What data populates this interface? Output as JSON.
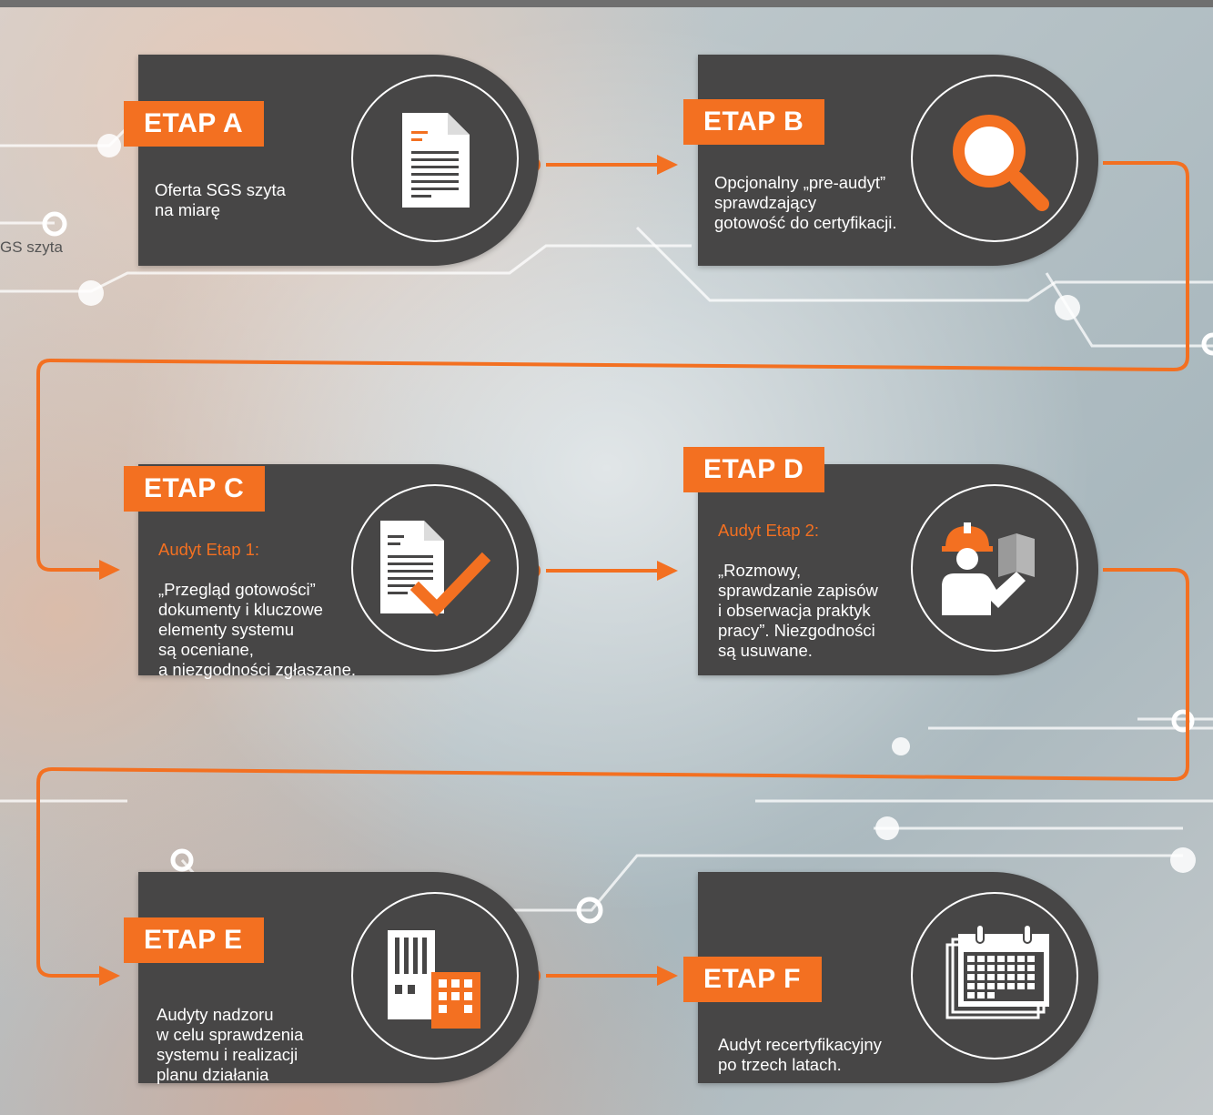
{
  "stages": [
    {
      "id": "a",
      "label": "ETAP A",
      "subtitle": "",
      "text": "Oferta SGS szyta\nna miarę",
      "icon": "document-icon"
    },
    {
      "id": "b",
      "label": "ETAP B",
      "subtitle": "",
      "text": "Opcjonalny „pre-audyt”\nsprawdzający\ngotowość do certyfikacji.",
      "icon": "magnifier-icon"
    },
    {
      "id": "c",
      "label": "ETAP C",
      "subtitle": "Audyt Etap 1:",
      "text": "„Przegląd gotowości”\ndokumenty i kluczowe\nelementy systemu\nsą oceniane,\na niezgodności zgłaszane.",
      "icon": "document-check-icon"
    },
    {
      "id": "d",
      "label": "ETAP D",
      "subtitle": "Audyt Etap 2:",
      "text": "„Rozmowy,\nsprawdzanie zapisów\ni obserwacja praktyk\npracy”. Niezgodności\nsą usuwane.",
      "icon": "worker-icon"
    },
    {
      "id": "e",
      "label": "ETAP E",
      "subtitle": "",
      "text": "Audyty nadzoru\nw celu sprawdzenia\nsystemu i realizacji\nplanu działania",
      "icon": "buildings-icon"
    },
    {
      "id": "f",
      "label": "ETAP F",
      "subtitle": "",
      "text": "Audyt recertyfikacyjny\npo trzech latach.",
      "icon": "calendar-icon"
    }
  ],
  "background_fragment": "GS szyta",
  "colors": {
    "accent": "#f37021",
    "card": "#474646",
    "text": "#ffffff"
  }
}
